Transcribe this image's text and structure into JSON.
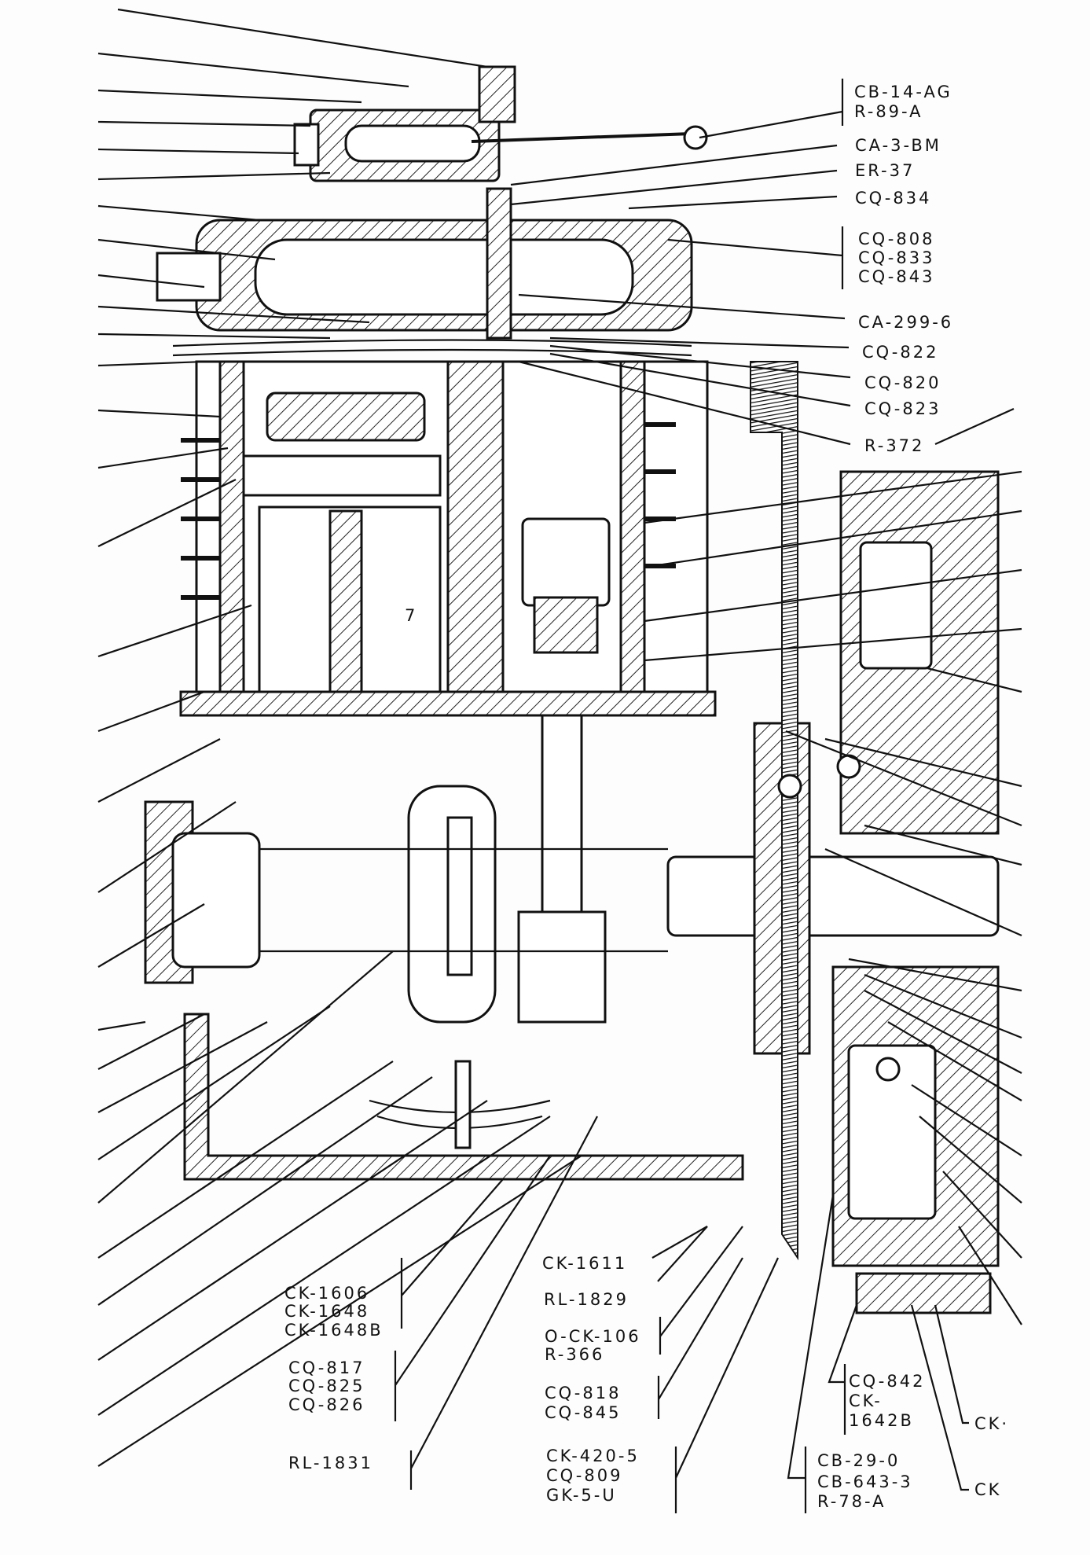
{
  "diagram": {
    "callout_number": "7",
    "right_labels": {
      "group1": [
        "CB-14-AG",
        "R-89-A"
      ],
      "ca_3_bm": "CA-3-BM",
      "er_37": "ER-37",
      "cq_834": "CQ-834",
      "group2": [
        "CQ-808",
        "CQ-833",
        "CQ-843"
      ],
      "ca_299_6": "CA-299-6",
      "cq_822": "CQ-822",
      "cq_820": "CQ-820",
      "cq_823": "CQ-823",
      "r_372": "R-372"
    },
    "bottom_labels": {
      "group_ck1606": [
        "CK-1606",
        "CK-1648",
        "CK-1648B"
      ],
      "group_cq817": [
        "CQ-817",
        "CQ-825",
        "CQ-826"
      ],
      "rl_1831": "RL-1831",
      "ck_1611": "CK-1611",
      "rl_1829": "RL-1829",
      "group_ock106": [
        "O-CK-106",
        "R-366"
      ],
      "group_cq818": [
        "CQ-818",
        "CQ-845"
      ],
      "group_ck420": [
        "CK-420-5",
        "CQ-809",
        "GK-5-U"
      ],
      "group_cq842": [
        "CQ-842",
        "CK-",
        "1642B"
      ],
      "group_cb29": [
        "CB-29-0",
        "CB-643-3",
        "R-78-A"
      ],
      "ck_a": "CK·",
      "ck_b": "CK"
    }
  }
}
